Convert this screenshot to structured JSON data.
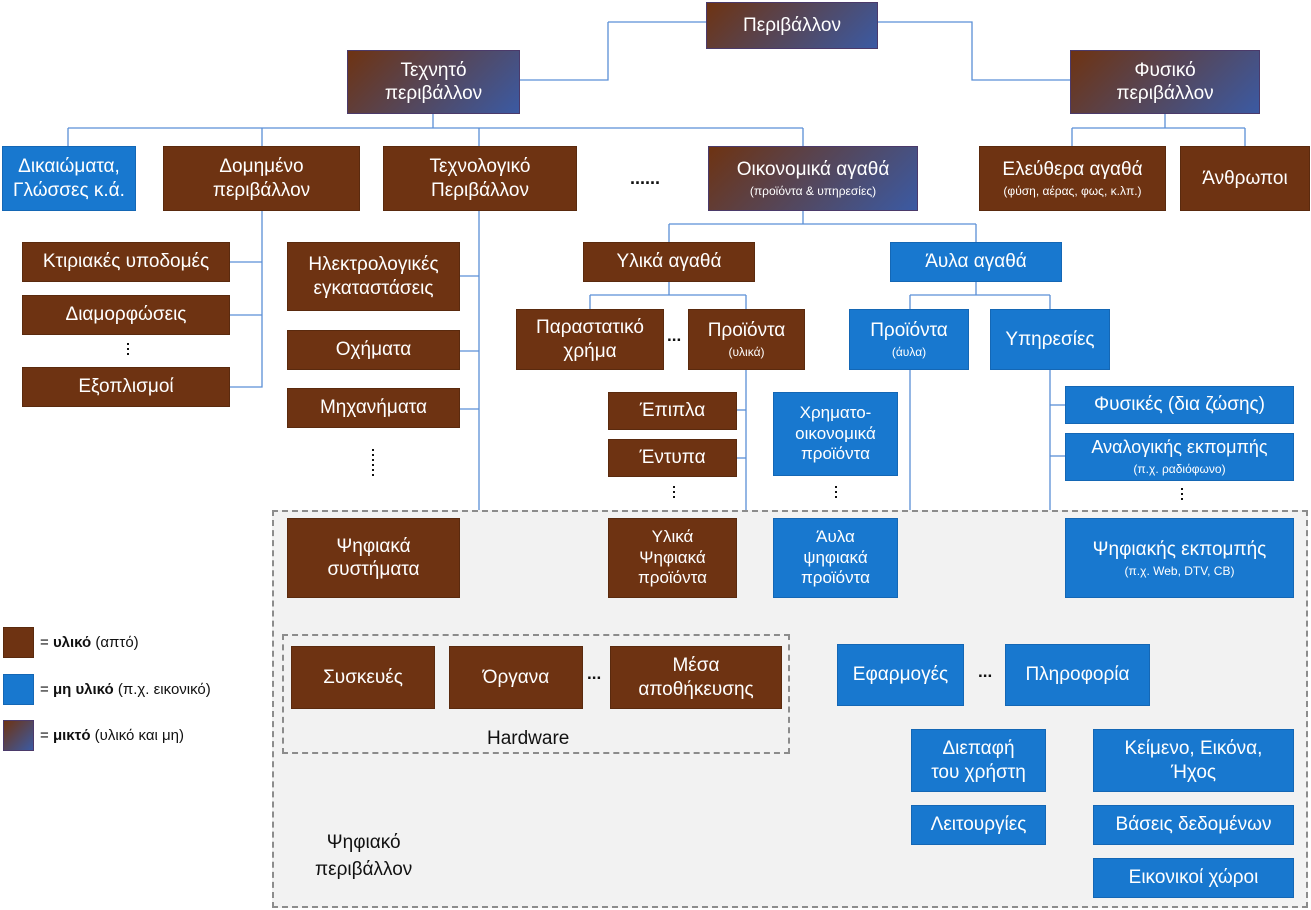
{
  "nodes": {
    "environment": "Περιβάλλον",
    "artificial": [
      "Τεχνητό",
      "περιβάλλον"
    ],
    "natural": [
      "Φυσικό",
      "περιβάλλον"
    ],
    "rights": [
      "Δικαιώματα,",
      "Γλώσσες κ.ά."
    ],
    "built": [
      "Δομημένο",
      "περιβάλλον"
    ],
    "technological": [
      "Τεχνολογικό",
      "Περιβάλλον"
    ],
    "economic_goods": {
      "title": "Οικονομικά αγαθά",
      "sub": "(προϊόντα & υπηρεσίες)"
    },
    "free_goods": {
      "title": "Ελεύθερα αγαθά",
      "sub": "(φύση, αέρας, φως, κ.λπ.)"
    },
    "people": "Άνθρωποι",
    "building_infra": "Κτιριακές υποδομές",
    "formations": "Διαμορφώσεις",
    "equipment": "Εξοπλισμοί",
    "electrical": [
      "Ηλεκτρολογικές",
      "εγκαταστάσεις"
    ],
    "vehicles": "Οχήματα",
    "machines": "Μηχανήματα",
    "material_goods": "Υλικά αγαθά",
    "intangible_goods": "Άυλα αγαθά",
    "money": [
      "Παραστατικό",
      "χρήμα"
    ],
    "products_material": {
      "title": "Προϊόντα",
      "sub": "(υλικά)"
    },
    "products_intangible": {
      "title": "Προϊόντα",
      "sub": "(άυλα)"
    },
    "services": "Υπηρεσίες",
    "furniture": "Έπιπλα",
    "printed": "Έντυπα",
    "financial": [
      "Χρηματο-",
      "οικονομικά",
      "προϊόντα"
    ],
    "physical": "Φυσικές (δια ζώσης)",
    "analog": {
      "title": "Αναλογικής εκπομπής",
      "sub": "(π.χ. ραδιόφωνο)"
    },
    "digital_systems": [
      "Ψηφιακά",
      "συστήματα"
    ],
    "material_digital": [
      "Υλικά",
      "Ψηφιακά",
      "προϊόντα"
    ],
    "intangible_digital": [
      "Άυλα",
      "ψηφιακά",
      "προϊόντα"
    ],
    "digital_broadcast": {
      "title": "Ψηφιακής εκπομπής",
      "sub": "(π.χ. Web, DTV, CB)"
    },
    "devices": "Συσκευές",
    "instruments": "Όργανα",
    "storage": [
      "Μέσα",
      "αποθήκευσης"
    ],
    "applications": "Εφαρμογές",
    "information": "Πληροφορία",
    "ui": [
      "Διεπαφή",
      "του χρήστη"
    ],
    "functions": "Λειτουργίες",
    "text_media": [
      "Κείμενο, Εικόνα,",
      "Ήχος"
    ],
    "databases": "Βάσεις δεδομένων",
    "virtual_spaces": "Εικονικοί χώροι"
  },
  "labels": {
    "ellipsis_wide": "......",
    "ellipsis": "...",
    "hardware": "Hardware",
    "digital_env": [
      "Ψηφιακό",
      "περιβάλλον"
    ]
  },
  "legend": [
    {
      "kind": "brown",
      "prefix": "= ",
      "bold": "υλικό",
      "rest": " (απτό)"
    },
    {
      "kind": "blue",
      "prefix": "= ",
      "bold": "μη υλικό",
      "rest": " (π.χ. εικονικό)"
    },
    {
      "kind": "mixed",
      "prefix": "= ",
      "bold": "μικτό",
      "rest": " (υλικό και μη)"
    }
  ],
  "colors": {
    "material": "#6e3312",
    "intangible": "#1878cf",
    "connector": "#5b8fd6",
    "region": "#f2f2f2"
  }
}
